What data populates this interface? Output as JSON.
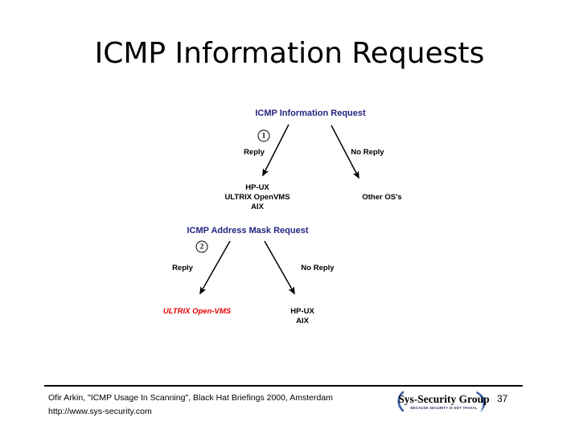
{
  "slide": {
    "title": "ICMP Information Requests",
    "page_number": "37",
    "title_color": "#000000",
    "heading_color": "#232381",
    "highlight_color": "#E60000"
  },
  "diagram": {
    "type": "flow",
    "blocks": [
      {
        "id": "icmp-information-request",
        "marker": "1",
        "heading": "ICMP Information Request",
        "branches": [
          {
            "label": "Reply",
            "outcome": [
              "HP-UX",
              "ULTRIX OpenVMS",
              "AIX"
            ],
            "color": "#000000"
          },
          {
            "label": "No Reply",
            "outcome": [
              "Other OS's"
            ],
            "color": "#000000"
          }
        ]
      },
      {
        "id": "icmp-address-mask-request",
        "marker": "2",
        "heading": "ICMP Address Mask Request",
        "branches": [
          {
            "label": "Reply",
            "outcome": [
              "ULTRIX Open-VMS"
            ],
            "color": "#E60000"
          },
          {
            "label": "No Reply",
            "outcome": [
              "HP-UX",
              "AIX"
            ],
            "color": "#000000"
          }
        ]
      }
    ],
    "labels": {
      "b1_heading": "ICMP Information Request",
      "b1_marker": "1",
      "b1_left_branch": "Reply",
      "b1_right_branch": "No Reply",
      "b1_left_os_1": "HP-UX",
      "b1_left_os_2": "ULTRIX OpenVMS",
      "b1_left_os_3": "AIX",
      "b1_right_os_1": "Other OS's",
      "b2_heading": "ICMP Address Mask Request",
      "b2_marker": "2",
      "b2_left_branch": "Reply",
      "b2_right_branch": "No Reply",
      "b2_left_os_1": "ULTRIX Open-VMS",
      "b2_right_os_1": "HP-UX",
      "b2_right_os_2": "AIX"
    }
  },
  "footer": {
    "line1": "Ofir Arkin, \"ICMP Usage In Scanning\", Black Hat Briefings 2000, Amsterdam",
    "line2": "http://www.sys-security.com",
    "logo_name": "Sys-Security Group",
    "logo_tagline": "BECAUSE SECURITY IS NOT TRIVIAL"
  }
}
